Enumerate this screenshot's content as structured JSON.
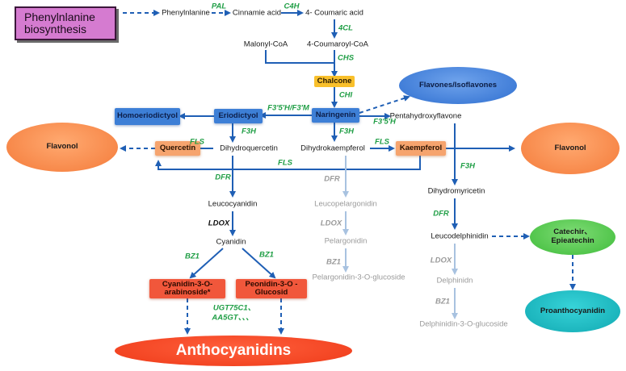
{
  "header_box": "Phenylnlanine biosynthesis",
  "compounds": {
    "phenylnlanine": "Phenylnlanine",
    "cinnamie_acid": "Cinnamie acid",
    "coumaric_acid": "4- Coumaric acid",
    "malonyl_coa": "Malonyl-CoA",
    "coumaroyl_coa": "4-Coumaroyl-CoA",
    "pentahydroxyflavone": "Pentahydroxyflavone",
    "dihydroquercetin": "Dihydroquercetin",
    "dihydrokaempferol": "Dihydrokaempferol",
    "leucocyanidin": "Leucocyanidin",
    "cyanidin": "Cyanidin",
    "dihydromyricetin": "Dihydromyricetin",
    "leucodelphinidin": "Leucodelphinidin",
    "leucopelargonidin": "Leucopelargonidin",
    "pelargonidin": "Pelargonidin",
    "pelargonidin_glucoside": "Pelargonidin-3-O-glucoside",
    "delphinidn": "Delphinidn",
    "delphinidin_glucoside": "Delphinidin-3-O-glucoside"
  },
  "boxes": {
    "chalcone": "Chalcone",
    "naringenin": "Naringenin",
    "eriodictyol": "Eriodictyol",
    "homoeriodictyol": "Homoeriodictyol",
    "quercetin": "Quercetin",
    "kaempferol": "Kaempferol",
    "cyanidin_arabinoside_line1": "Cyanidin-3-O-",
    "cyanidin_arabinoside_line2": "arabinoside*",
    "peonidin_glucosid_line1": "Peonidin-3-O -",
    "peonidin_glucosid_line2": "Glucosid"
  },
  "ellipses": {
    "flavones_isoflavones": "Flavones/Isoflavones",
    "flavonol_left": "Flavonol",
    "flavonol_right": "Flavonol",
    "catechin_line1": "Catechir、",
    "catechin_line2": "Epieatechin",
    "proanthocyanidin": "Proanthocyanidin",
    "anthocyanidins": "Anthocyanidins"
  },
  "enzymes": {
    "pal": "PAL",
    "c4h": "C4H",
    "fourcl": "4CL",
    "chs": "CHS",
    "chi": "CHI",
    "f3_5h_f3m": "F3'5'H/F3'M",
    "f3_5h": "F3'5'H",
    "f3h_eriodictyol": "F3H",
    "f3h_naringenin": "F3H",
    "f3h_right": "F3H",
    "fls_quercetin": "FLS",
    "fls_kaempferol": "FLS",
    "fls_bottom": "FLS",
    "dfr_cyanidin": "DFR",
    "dfr_pelargonidin": "DFR",
    "dfr_delphinidin": "DFR",
    "ldox_cyanidin": "LDOX",
    "ldox_pelargonidin": "LDOX",
    "ldox_delphinidin": "LDOX",
    "bz1_left": "BZ1",
    "bz1_right": "BZ1",
    "bz1_pelargonidin": "BZ1",
    "bz1_delphinidin": "BZ1",
    "ugt_line1": "UGT75C1、",
    "ugt_line2": "AA5GT、、、"
  },
  "colors": {
    "arrow_blue": "#1f5fb5",
    "arrow_grey": "#a8c2e0",
    "enzyme_green": "#1f9e45",
    "enzyme_grey": "#9a9a9a"
  }
}
